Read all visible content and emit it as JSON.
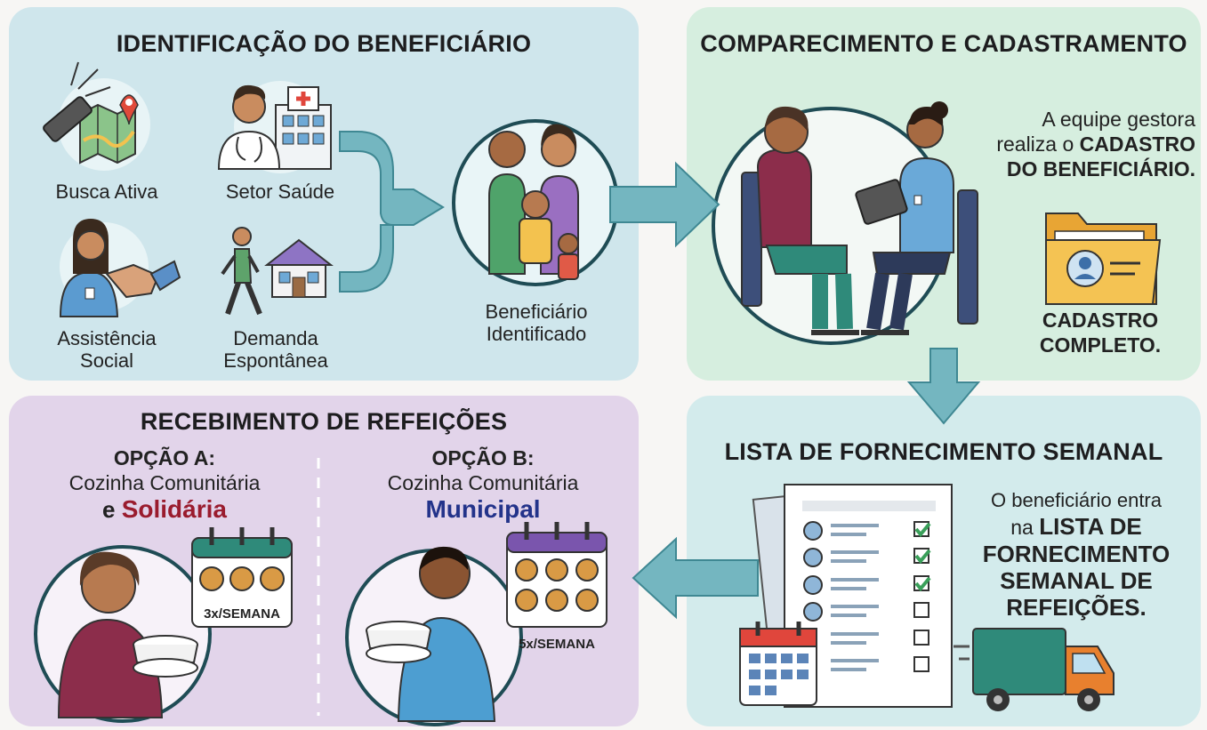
{
  "identificacao": {
    "title": "IDENTIFICAÇÃO DO BENEFICIÁRIO",
    "busca_ativa": "Busca Ativa",
    "setor_saude": "Setor Saúde",
    "assistencia_1": "Assistência",
    "assistencia_2": "Social",
    "demanda_1": "Demanda",
    "demanda_2": "Espontânea",
    "beneficiario_1": "Beneficiário",
    "beneficiario_2": "Identificado"
  },
  "cadastramento": {
    "title": "COMPARECIMENTO E CADASTRAMENTO",
    "line1": "A equipe gestora",
    "line2_normal": "realiza o ",
    "line2_bold": "CADASTRO",
    "line3": "DO BENEFICIÁRIO.",
    "completo_1": "CADASTRO",
    "completo_2": "COMPLETO."
  },
  "lista": {
    "title": "LISTA DE FORNECIMENTO SEMANAL",
    "line1": "O beneficiário entra",
    "line2_normal": "na ",
    "line2_bold": "LISTA DE",
    "line3": "FORNECIMENTO",
    "line4": "SEMANAL DE",
    "line5": "REFEIÇÕES."
  },
  "refeicoes": {
    "title": "RECEBIMENTO DE REFEIÇÕES",
    "opcao_a_title": "OPÇÃO A:",
    "opcao_a_line": "Cozinha Comunitária",
    "opcao_a_e": "e ",
    "opcao_a_highlight": "Solidária",
    "opcao_a_freq": "3x/SEMANA",
    "opcao_b_title": "OPÇÃO B:",
    "opcao_b_line": "Cozinha Comunitária",
    "opcao_b_highlight": "Municipal",
    "opcao_b_freq": "5x/SEMANA"
  },
  "colors": {
    "panel_identificacao": "#cfe6ec",
    "panel_cadastramento": "#d6eedf",
    "panel_lista": "#d3ebec",
    "panel_refeicoes": "#e2d4ea",
    "arrow": "#74b6c0",
    "solidaria": "#9a1c2e",
    "municipal": "#23338a"
  }
}
